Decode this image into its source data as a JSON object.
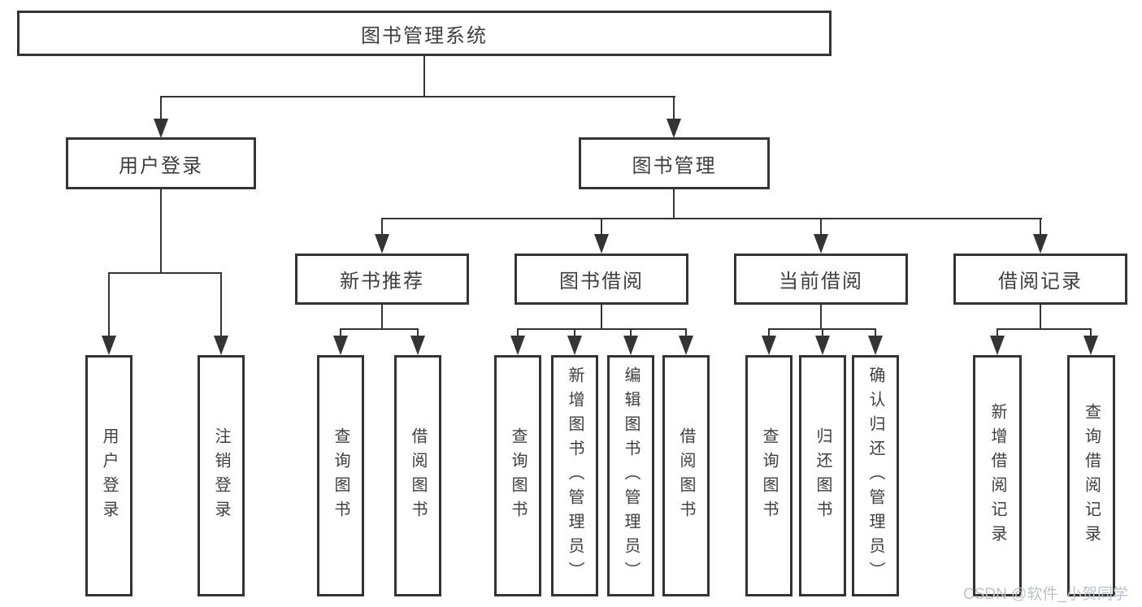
{
  "tree": {
    "label": "图书管理系统",
    "children": [
      {
        "label": "用户登录",
        "children": [
          {
            "label": "用户登录"
          },
          {
            "label": "注销登录"
          }
        ]
      },
      {
        "label": "图书管理",
        "children": [
          {
            "label": "新书推荐",
            "children": [
              {
                "label": "查询图书"
              },
              {
                "label": "借阅图书"
              }
            ]
          },
          {
            "label": "图书借阅",
            "children": [
              {
                "label": "查询图书"
              },
              {
                "label": "新增图书（管理员）"
              },
              {
                "label": "编辑图书（管理员）"
              },
              {
                "label": "借阅图书"
              }
            ]
          },
          {
            "label": "当前借阅",
            "children": [
              {
                "label": "查询图书"
              },
              {
                "label": "归还图书"
              },
              {
                "label": "确认归还（管理员）"
              }
            ]
          },
          {
            "label": "借阅记录",
            "children": [
              {
                "label": "新增借阅记录"
              },
              {
                "label": "查询借阅记录"
              }
            ]
          }
        ]
      }
    ]
  },
  "watermark": {
    "text": "CSDN @软件_小贺同学"
  },
  "colors": {
    "line": "#343434",
    "text": "#3f3f3f",
    "watermark": "#bfc3c9",
    "background": "#ffffff"
  }
}
